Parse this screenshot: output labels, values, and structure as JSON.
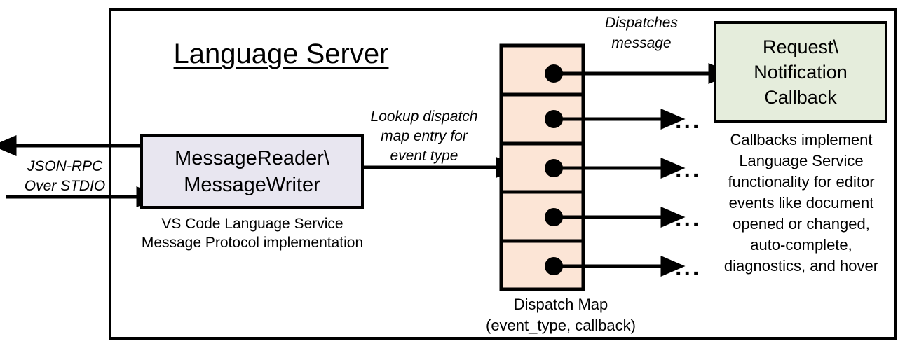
{
  "diagram": {
    "title": "Language Server",
    "outer_container_name": "Language Server boundary",
    "nodes": {
      "message_reader_writer": {
        "label": "MessageReader\\\nMessageWriter",
        "line1": "MessageReader\\",
        "line2": "MessageWriter",
        "fill": "#E8E6F0",
        "caption_line1": "VS Code Language Service",
        "caption_line2": "Message Protocol implementation"
      },
      "dispatch_map": {
        "caption_line1": "Dispatch Map",
        "caption_line2": "(event_type, callback)",
        "fill": "#FCE5D6",
        "row_count": 5,
        "rows": [
          {
            "index": 1,
            "has_entry_dot": true,
            "outgoing": "request-notification-callback"
          },
          {
            "index": 2,
            "has_entry_dot": true,
            "outgoing": "ellipsis"
          },
          {
            "index": 3,
            "has_entry_dot": true,
            "outgoing": "ellipsis"
          },
          {
            "index": 4,
            "has_entry_dot": true,
            "outgoing": "ellipsis"
          },
          {
            "index": 5,
            "has_entry_dot": true,
            "outgoing": "ellipsis"
          }
        ]
      },
      "request_notification_callback": {
        "line1": "Request\\",
        "line2": "Notification",
        "line3": "Callback",
        "fill": "#E5EDDC",
        "caption_line1": "Callbacks implement",
        "caption_line2": "Language Service",
        "caption_line3": "functionality for editor",
        "caption_line4": "events like document",
        "caption_line5": "opened or changed,",
        "caption_line6": "auto-complete,",
        "caption_line7": "diagnostics, and hover"
      }
    },
    "edges": {
      "jsonrpc": {
        "line1": "JSON-RPC",
        "line2": "Over STDIO",
        "direction": "bidirectional"
      },
      "lookup": {
        "line1": "Lookup dispatch",
        "line2": "map entry for",
        "line3": "event type"
      },
      "dispatches": {
        "line1": "Dispatches",
        "line2": "message"
      }
    },
    "ellipsis_marks": [
      "...",
      "...",
      "...",
      "..."
    ],
    "colors": {
      "stroke": "#000000",
      "background": "#FFFFFF",
      "reader_fill": "#E8E6F0",
      "dispatch_fill": "#FCE5D6",
      "callback_fill": "#E5EDDC"
    }
  }
}
